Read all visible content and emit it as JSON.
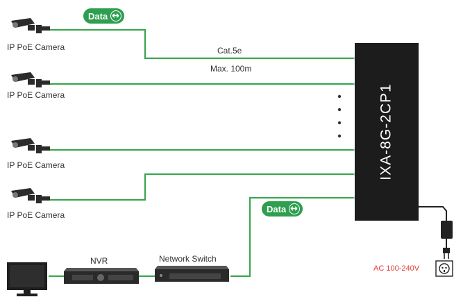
{
  "colors": {
    "data_green": "#2e9e4f",
    "cable_green": "#3aa64f",
    "device_black": "#1c1c1c",
    "ac_red": "#e53935"
  },
  "cameras": [
    {
      "label": "IP PoE Camera",
      "icon": "camera-icon"
    },
    {
      "label": "IP PoE Camera",
      "icon": "camera-icon"
    },
    {
      "label": "IP PoE Camera",
      "icon": "camera-icon"
    },
    {
      "label": "IP PoE Camera",
      "icon": "camera-icon"
    }
  ],
  "data_badges": [
    {
      "label": "Data",
      "icon": "bidirectional-arrow-icon"
    },
    {
      "label": "Data",
      "icon": "bidirectional-arrow-icon"
    }
  ],
  "cable": {
    "type": "Cat.5e",
    "max": "Max. 100m"
  },
  "device": {
    "model": "IXA-8G-2CP1"
  },
  "nvr": {
    "label": "NVR"
  },
  "switch": {
    "label": "Network Switch"
  },
  "power": {
    "label": "AC 100-240V",
    "icon": "power-outlet-icon"
  }
}
